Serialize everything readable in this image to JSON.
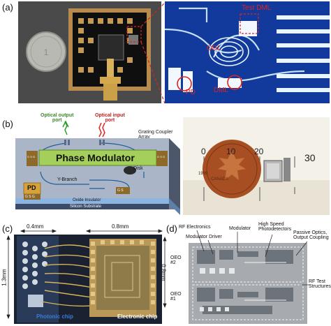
{
  "panels": {
    "a": {
      "letter": "(a)",
      "labels": {
        "test_dml": "Test DML",
        "odl": "ODL",
        "pd": "PD",
        "dml": "DML"
      }
    },
    "b": {
      "letter": "(b)",
      "labels": {
        "optical_output_port": "Optical output\nport",
        "optical_input_port": "Optical input\nport",
        "grating_coupler_array": "Grating Coupler\nArray",
        "phase_modulator": "Phase Modulator",
        "disk": "Disk",
        "y_branch": "Y-Branch",
        "pd": "PD",
        "oxide_insulator": "Oxide Insulator",
        "silicon_substrate": "Silicon Substrate",
        "gsg_left": "G S G",
        "gsg_right": "G S G",
        "gs": "G S",
        "pd_gsg": "G S G"
      },
      "ruler": {
        "n0": "0",
        "n10": "10",
        "n20": "20",
        "n30": "30"
      },
      "coin_text": {
        "canada": "CANADA",
        "year": "1999"
      }
    },
    "c": {
      "letter": "(c)",
      "labels": {
        "dim_top_left": "0.4mm",
        "dim_top_right": "0.8mm",
        "dim_left": "1.3mm",
        "dim_right": "0.8mm",
        "photonic_chip": "Photonic chip",
        "electronic_chip": "Electronic chip"
      }
    },
    "d": {
      "letter": "(d)",
      "labels": {
        "rf_electronics": "RF Electronics",
        "modulator_driver": "Modulator Driver",
        "modulator": "Modulator",
        "high_speed_photodetectors": "High Speed\nPhotodetectors",
        "passive_optics": "Passive Optics,\nOutput Coupling",
        "oeo2": "OEO\n#2",
        "oeo1": "OEO\n#1",
        "rf_test_structures": "RF Test\nStructures"
      }
    }
  },
  "colors": {
    "annotation_red": "#e0231c",
    "gold": "#c9a24a",
    "chip_blue": "#1c56c8",
    "modulator_green": "#a3cf5a"
  }
}
